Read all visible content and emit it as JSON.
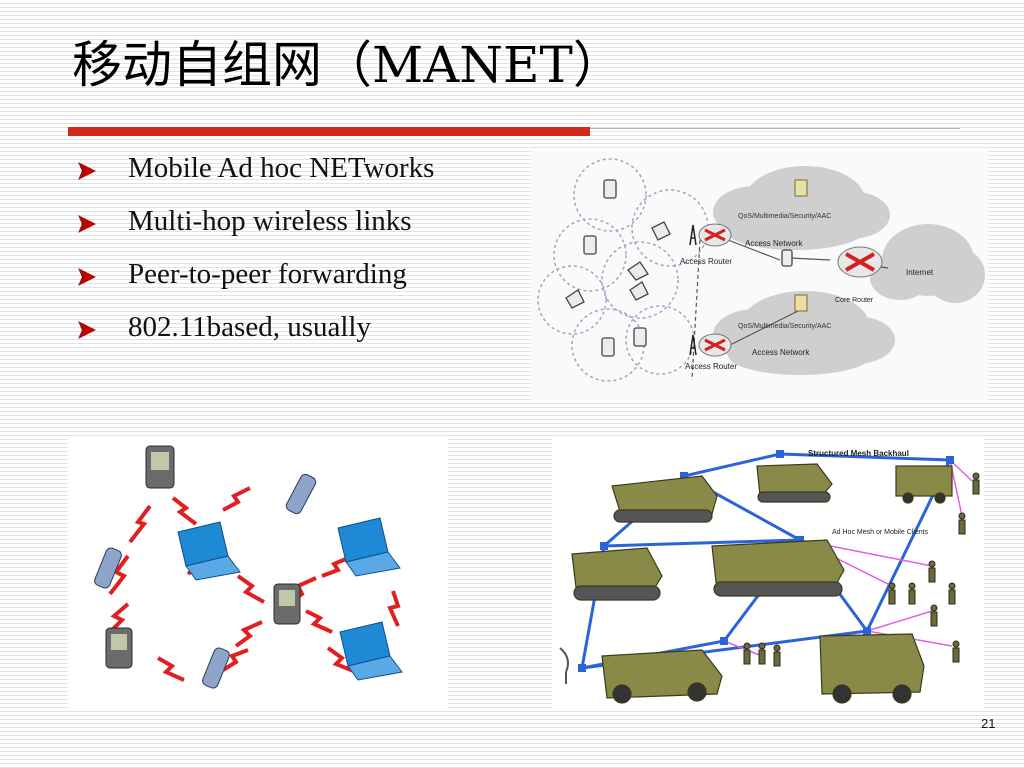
{
  "slide": {
    "title": "移动自组网（MANET）",
    "bullets": [
      "Mobile Ad hoc NETworks",
      "Multi-hop wireless links",
      "Peer-to-peer forwarding",
      "802.11based, usually"
    ],
    "page_number": "21"
  },
  "figures": {
    "access_network": {
      "labels": {
        "qos_top": "QoS/Multimedia/Security/AAC",
        "access_network_top": "Access Network",
        "access_router_top": "Access Router",
        "internet": "Internet",
        "core_router": "Core Router",
        "qos_bottom": "QoS/Multimedia/Security/AAC",
        "access_network_bottom": "Access Network",
        "access_router_bottom": "Access Router"
      }
    },
    "military_mesh": {
      "labels": {
        "backhaul": "Structured Mesh Backhaul",
        "clients": "Ad Hoc Mesh or Mobile Clients"
      }
    }
  },
  "colors": {
    "title_rule": "#d42a1e",
    "bullet_arrow": "#c00000",
    "link_zigzag": "#e02020",
    "backhaul_link": "#2a64d8",
    "client_link": "#e060e0",
    "laptop_screen": "#1e8ad6"
  }
}
